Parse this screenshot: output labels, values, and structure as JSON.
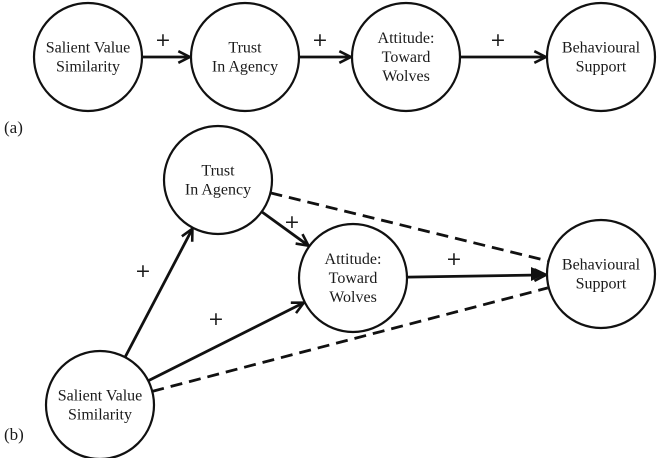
{
  "panels": [
    {
      "label": "(a)",
      "nodes": [
        {
          "id": "svs",
          "lines": [
            "Salient Value",
            "Similarity"
          ]
        },
        {
          "id": "trust",
          "lines": [
            "Trust",
            "In Agency"
          ]
        },
        {
          "id": "att",
          "lines": [
            "Attitude:",
            "Toward",
            "Wolves"
          ]
        },
        {
          "id": "beh",
          "lines": [
            "Behavioural",
            "Support"
          ]
        }
      ],
      "edges": [
        {
          "from": "svs",
          "to": "trust",
          "style": "solid",
          "sign": "+"
        },
        {
          "from": "trust",
          "to": "att",
          "style": "solid",
          "sign": "+"
        },
        {
          "from": "att",
          "to": "beh",
          "style": "solid",
          "sign": "+"
        }
      ]
    },
    {
      "label": "(b)",
      "nodes": [
        {
          "id": "svs",
          "lines": [
            "Salient Value",
            "Similarity"
          ]
        },
        {
          "id": "trust",
          "lines": [
            "Trust",
            "In Agency"
          ]
        },
        {
          "id": "att",
          "lines": [
            "Attitude:",
            "Toward",
            "Wolves"
          ]
        },
        {
          "id": "beh",
          "lines": [
            "Behavioural",
            "Support"
          ]
        }
      ],
      "edges": [
        {
          "from": "svs",
          "to": "trust",
          "style": "solid",
          "sign": "+"
        },
        {
          "from": "svs",
          "to": "att",
          "style": "solid",
          "sign": "+"
        },
        {
          "from": "trust",
          "to": "att",
          "style": "solid",
          "sign": "+"
        },
        {
          "from": "att",
          "to": "beh",
          "style": "solid",
          "sign": "+"
        },
        {
          "from": "trust",
          "to": "beh",
          "style": "dashed",
          "sign": ""
        },
        {
          "from": "svs",
          "to": "beh",
          "style": "dashed",
          "sign": ""
        }
      ]
    }
  ]
}
